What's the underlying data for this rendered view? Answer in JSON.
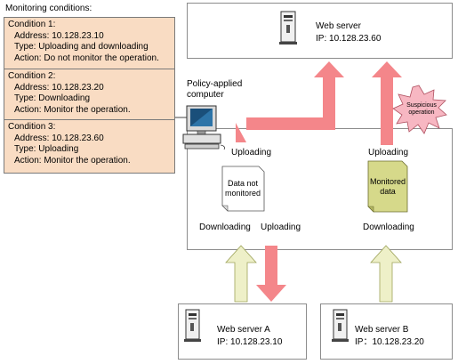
{
  "monitoring": {
    "heading": "Monitoring conditions:",
    "conditions": [
      {
        "title": "Condition 1:",
        "address": "Address: 10.128.23.10",
        "type": "Type: Uploading and downloading",
        "action": "Action: Do not monitor the operation."
      },
      {
        "title": "Condition 2:",
        "address": "Address: 10.128.23.20",
        "type": "Type: Downloading",
        "action": "Action: Monitor the operation."
      },
      {
        "title": "Condition 3:",
        "address": "Address: 10.128.23.60",
        "type": "Type: Uploading",
        "action": "Action: Monitor the operation."
      }
    ]
  },
  "web_server_top": {
    "name": "Web server",
    "ip": "IP: 10.128.23.60"
  },
  "web_server_a": {
    "name": "Web server A",
    "ip": "IP: 10.128.23.10"
  },
  "web_server_b": {
    "name": "Web server B",
    "ip": "IP：10.128.23.20"
  },
  "computer": {
    "label_line1": "Policy-applied",
    "label_line2": "computer"
  },
  "labels": {
    "uploading_left": "Uploading",
    "uploading_right": "Uploading",
    "downloading_left": "Downloading",
    "uploading_bottom": "Uploading",
    "downloading_right": "Downloading",
    "suspicious_line1": "Suspicious",
    "suspicious_line2": "operation"
  },
  "documents": {
    "not_monitored_line1": "Data not",
    "not_monitored_line2": "monitored",
    "monitored_line1": "Monitored",
    "monitored_line2": "data"
  },
  "colors": {
    "upload_arrow": "#f4868a",
    "download_arrow": "#eef0c8",
    "monitored_doc": "#d6d98a",
    "conditions_bg": "#f9dcc3",
    "burst": "#f7b7c2"
  }
}
